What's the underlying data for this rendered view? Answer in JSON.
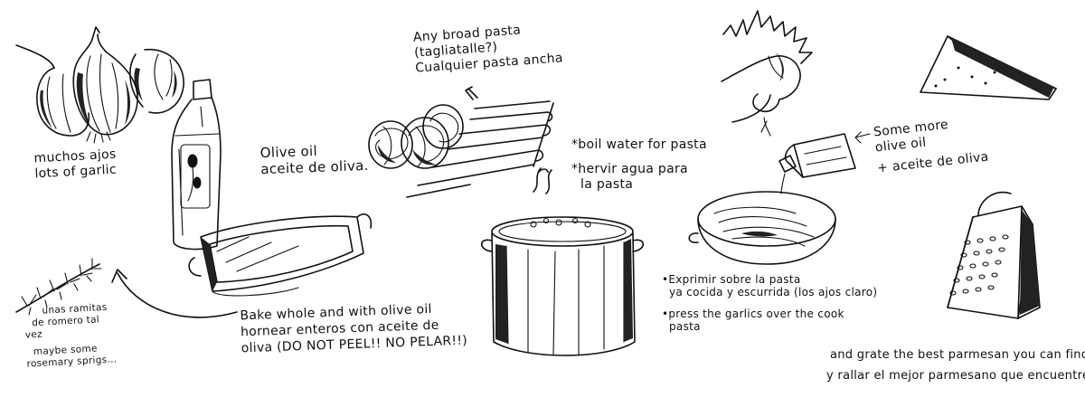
{
  "garlic": {
    "es": "muchos ajos",
    "en": "lots of garlic"
  },
  "olive_oil": {
    "en": "Olive oil",
    "es": "aceite de oliva."
  },
  "pasta": {
    "line1": "Any broad pasta",
    "line2": "(tagliatalle?)",
    "line3": "Cualquier pasta ancha"
  },
  "boil": {
    "en": "*boil water for pasta",
    "es_line1": "*hervir agua para",
    "es_line2": "la pasta"
  },
  "more_oil": {
    "line1": "Some more",
    "line2": "olive oil",
    "line3": "+ aceite de oliva"
  },
  "rosemary": {
    "es_line1": "unas ramitas",
    "es_line2": "de romero tal",
    "es_line3": "vez",
    "en_line1": "maybe some",
    "en_line2": "rosemary sprigs..."
  },
  "bake": {
    "line1": "Bake whole and with olive oil",
    "line2": "hornear enteros con aceite de",
    "line3": "oliva (DO NOT PEEL!! NO PELAR!!)"
  },
  "press": {
    "es_line1": "•Exprimir sobre la pasta",
    "es_line2": "ya cocida y escurrida (los ajos claro)",
    "en_line1": "•press the garlics over the cook",
    "en_line2": "pasta"
  },
  "grate": {
    "en": "and grate the best parmesan you can find",
    "es": "y rallar el mejor parmesano que encuentre."
  },
  "icons": [
    "garlic-bulbs",
    "olive-oil-bottle",
    "baking-dish",
    "rosemary-sprig",
    "curved-arrow",
    "pasta-nests",
    "tagliatelle-strips",
    "stock-pot",
    "hand-pressing-garlic",
    "pan-with-pasta",
    "oil-bottle-pouring",
    "parmesan-wedge",
    "box-grater"
  ]
}
